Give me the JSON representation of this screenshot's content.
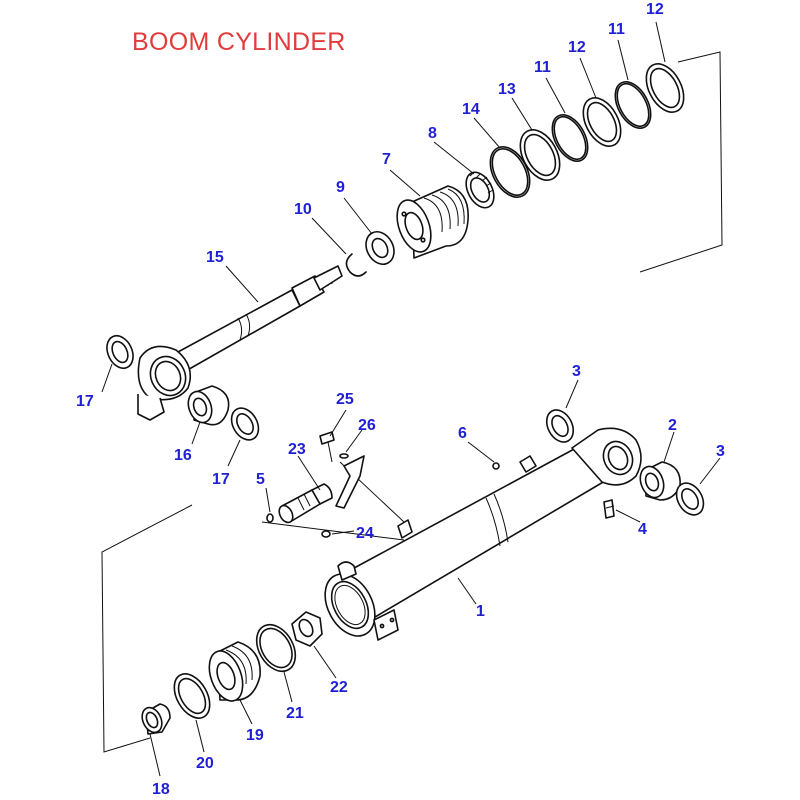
{
  "title": "BOOM CYLINDER",
  "colors": {
    "title": "#e23b3b",
    "callout": "#1f1fd4",
    "line": "#111111"
  },
  "callouts": {
    "c1": "1",
    "c2": "2",
    "c3a": "3",
    "c3b": "3",
    "c4": "4",
    "c5": "5",
    "c6": "6",
    "c7": "7",
    "c8": "8",
    "c9": "9",
    "c10": "10",
    "c11a": "11",
    "c11b": "11",
    "c12a": "12",
    "c12b": "12",
    "c13": "13",
    "c14": "14",
    "c15": "15",
    "c16": "16",
    "c17a": "17",
    "c17b": "17",
    "c18": "18",
    "c19": "19",
    "c20": "20",
    "c21": "21",
    "c22": "22",
    "c23": "23",
    "c24": "24",
    "c25": "25",
    "c26": "26"
  }
}
